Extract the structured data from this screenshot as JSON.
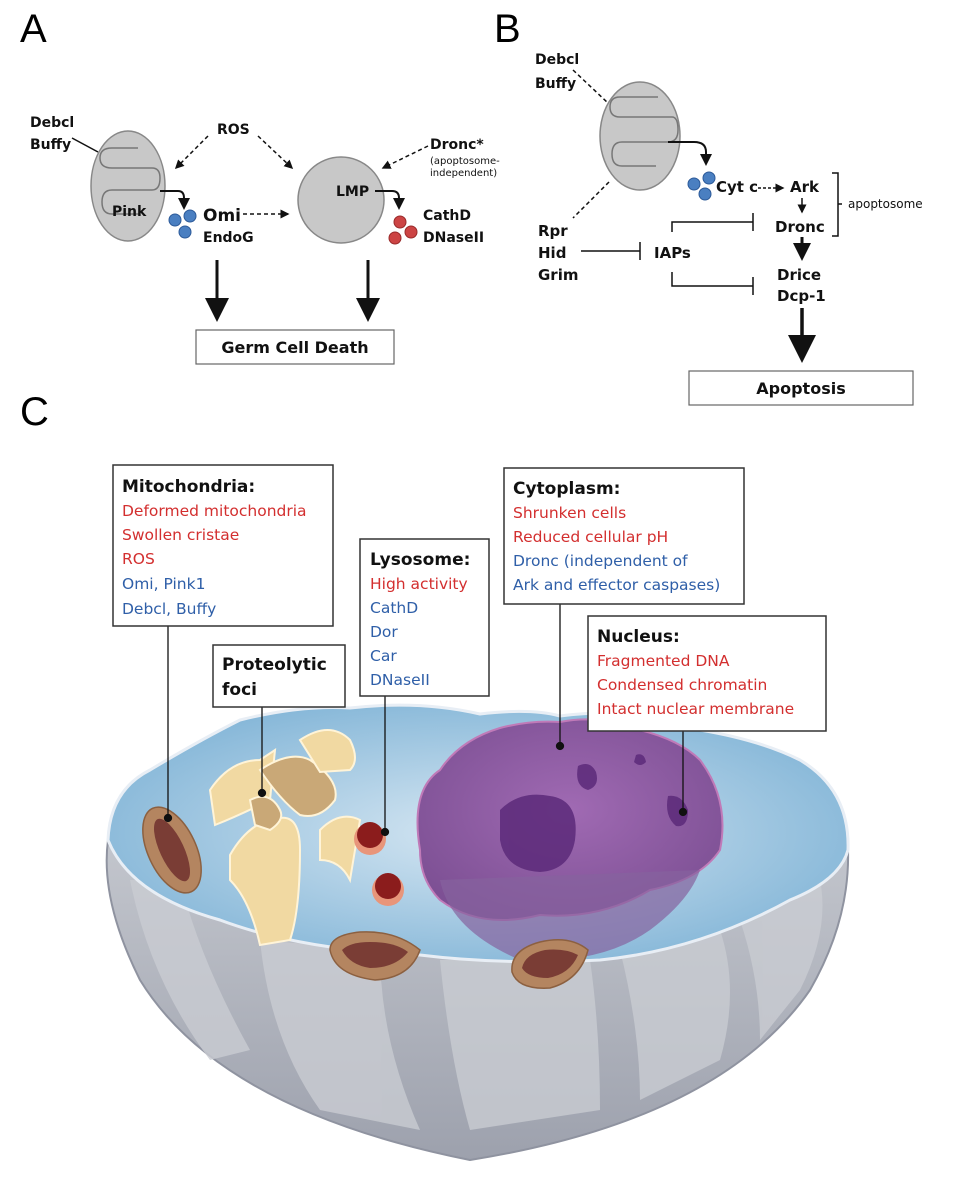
{
  "panels": {
    "A": {
      "letter": "A",
      "debcl": "Debcl",
      "buffy": "Buffy",
      "ros": "ROS",
      "pink": "Pink",
      "omi": "Omi",
      "endog": "EndoG",
      "dronc": "Dronc*",
      "dronc_note_1": "(apoptosome-",
      "dronc_note_2": "independent)",
      "lmp": "LMP",
      "cathd": "CathD",
      "dnaseii": "DNaseII",
      "outcome": "Germ Cell Death",
      "colors": {
        "omi_particles": "#4a7fc1",
        "lysosome_particles": "#cc4444",
        "organelle_fill": "#c8c8c8"
      }
    },
    "B": {
      "letter": "B",
      "debcl": "Debcl",
      "buffy": "Buffy",
      "cytc": "Cyt c",
      "ark": "Ark",
      "dronc": "Dronc",
      "apoptosome": "apoptosome",
      "rpr": "Rpr",
      "hid": "Hid",
      "grim": "Grim",
      "iaps": "IAPs",
      "drice": "Drice",
      "dcp1": "Dcp-1",
      "outcome": "Apoptosis"
    },
    "C": {
      "letter": "C",
      "mitochondria": {
        "title": "Mitochondria:",
        "red_items": [
          "Deformed mitochondria",
          "Swollen cristae",
          "ROS"
        ],
        "blue_items": [
          "Omi, Pink1",
          "Debcl, Buffy"
        ]
      },
      "proteolytic": {
        "title_1": "Proteolytic",
        "title_2": "foci"
      },
      "lysosome": {
        "title": "Lysosome:",
        "red_items": [
          "High activity"
        ],
        "blue_items": [
          "CathD",
          "Dor",
          "Car",
          "DNaseII"
        ]
      },
      "cytoplasm": {
        "title": "Cytoplasm:",
        "red_items": [
          "Shrunken cells",
          "Reduced cellular pH"
        ],
        "blue_items": [
          "Dronc (independent of",
          "Ark and effector caspases)"
        ]
      },
      "nucleus": {
        "title": "Nucleus:",
        "red_items": [
          "Fragmented DNA",
          "Condensed chromatin",
          "Intact nuclear membrane"
        ]
      },
      "colors": {
        "red_text": "#d32f2f",
        "blue_text": "#2f5fa8",
        "cytoplasm": "#a9cbe3",
        "nucleus": "#8e5fa6",
        "cell_wall": "#b3b6c0"
      }
    }
  }
}
